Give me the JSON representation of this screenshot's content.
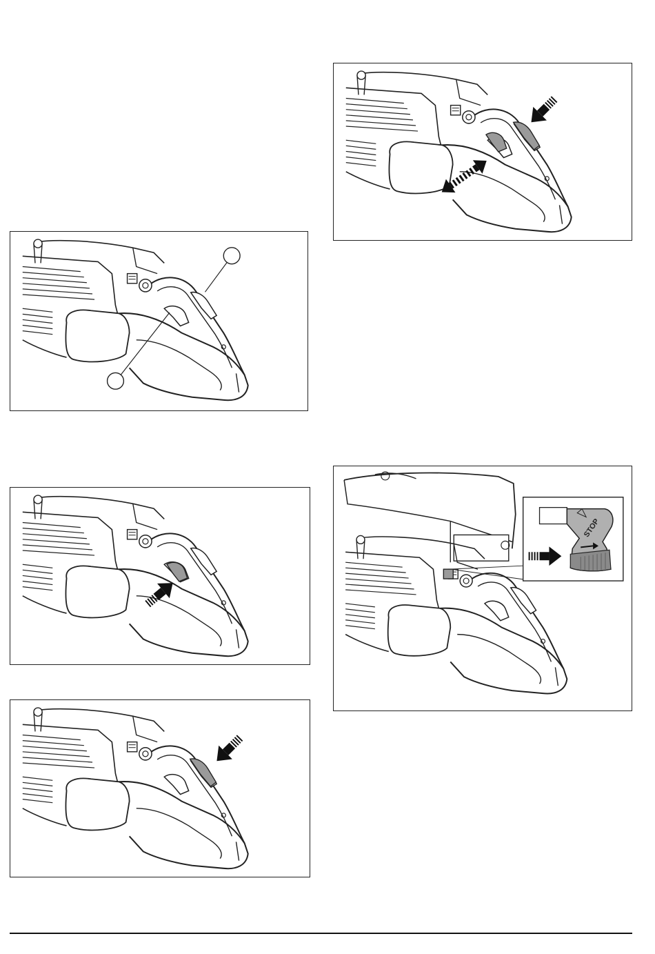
{
  "figures": [
    {
      "id": "fig1",
      "callouts": [
        "",
        ""
      ],
      "description_icon": "handle-with-throttle-trigger-and-lockout"
    },
    {
      "id": "fig2",
      "arrow_target": "throttle-trigger"
    },
    {
      "id": "fig3",
      "arrow_target": "throttle-lockout"
    },
    {
      "id": "fig4",
      "arrow_targets": [
        "throttle-lockout",
        "throttle-trigger"
      ]
    },
    {
      "id": "fig5",
      "inset_label": "STOP"
    }
  ],
  "colors": {
    "line": "#222222",
    "highlight": "#9a9a9a",
    "arrow": "#111111"
  }
}
